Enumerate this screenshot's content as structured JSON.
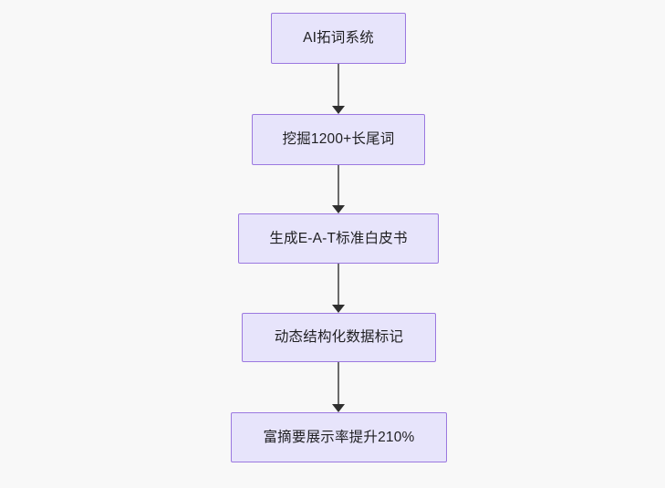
{
  "diagram": {
    "type": "flowchart",
    "direction": "top-to-bottom",
    "background_color": "#f8f8f8",
    "node_fill_color": "#e7e4fb",
    "node_border_color": "#9b78e0",
    "node_text_color": "#1f1f22",
    "connector_line_color": "#6b6b6b",
    "connector_arrow_color": "#2f2f2f",
    "nodes": [
      {
        "id": "n1",
        "label": "AI拓词系统"
      },
      {
        "id": "n2",
        "label": "挖掘1200+长尾词"
      },
      {
        "id": "n3",
        "label": "生成E-A-T标准白皮书"
      },
      {
        "id": "n4",
        "label": "动态结构化数据标记"
      },
      {
        "id": "n5",
        "label": "富摘要展示率提升210%"
      }
    ],
    "edges": [
      {
        "from": "n1",
        "to": "n2",
        "label": ""
      },
      {
        "from": "n2",
        "to": "n3",
        "label": ""
      },
      {
        "from": "n3",
        "to": "n4",
        "label": ""
      },
      {
        "from": "n4",
        "to": "n5",
        "label": ""
      }
    ]
  }
}
